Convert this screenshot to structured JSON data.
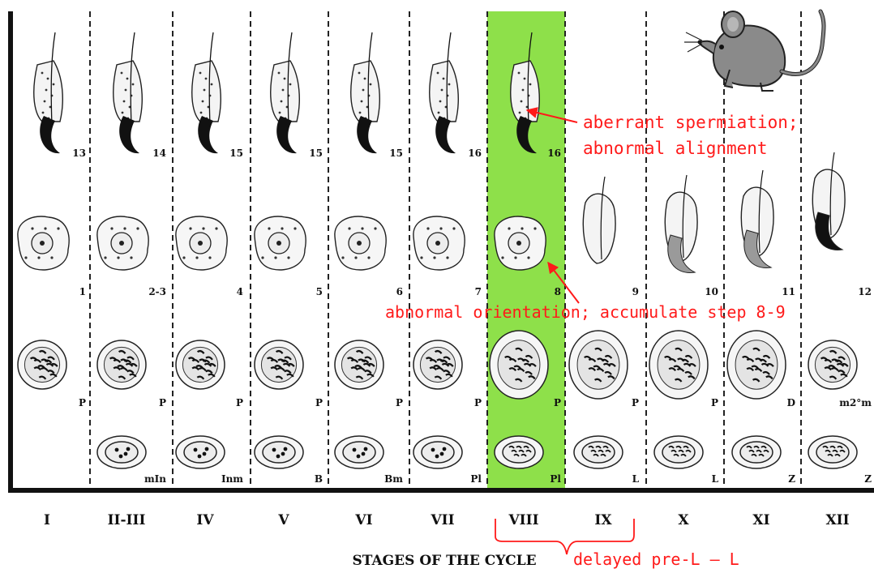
{
  "axis_title": "STAGES OF THE CYCLE",
  "stages": [
    "I",
    "II-III",
    "IV",
    "V",
    "VI",
    "VII",
    "VIII",
    "IX",
    "X",
    "XI",
    "XII"
  ],
  "highlight_stage": "VIII",
  "highlight_color": "#8ee04a",
  "annotation_color": "#ff1a1a",
  "rows": {
    "spermatid_late": [
      "13",
      "14",
      "15",
      "15",
      "15",
      "16",
      "16",
      "",
      "",
      "",
      ""
    ],
    "spermatid_early": [
      "1",
      "2-3",
      "4",
      "5",
      "6",
      "7",
      "8",
      "9",
      "10",
      "11",
      "12"
    ],
    "spermatocyte": [
      "P",
      "P",
      "P",
      "P",
      "P",
      "P",
      "P",
      "P",
      "P",
      "D",
      "m2°m"
    ],
    "basal": [
      "",
      "mIn",
      "Inm",
      "B",
      "Bm",
      "Pl",
      "Pl",
      "L",
      "L",
      "Z",
      "Z"
    ]
  },
  "annotations": {
    "spermiation_line1": "aberrant spermiation;",
    "spermiation_line2": "abnormal alignment",
    "orientation": "abnormal orientation; accumulate step 8-9",
    "delayed": "delayed pre-L – L"
  },
  "mouse_icon": "mouse-icon"
}
